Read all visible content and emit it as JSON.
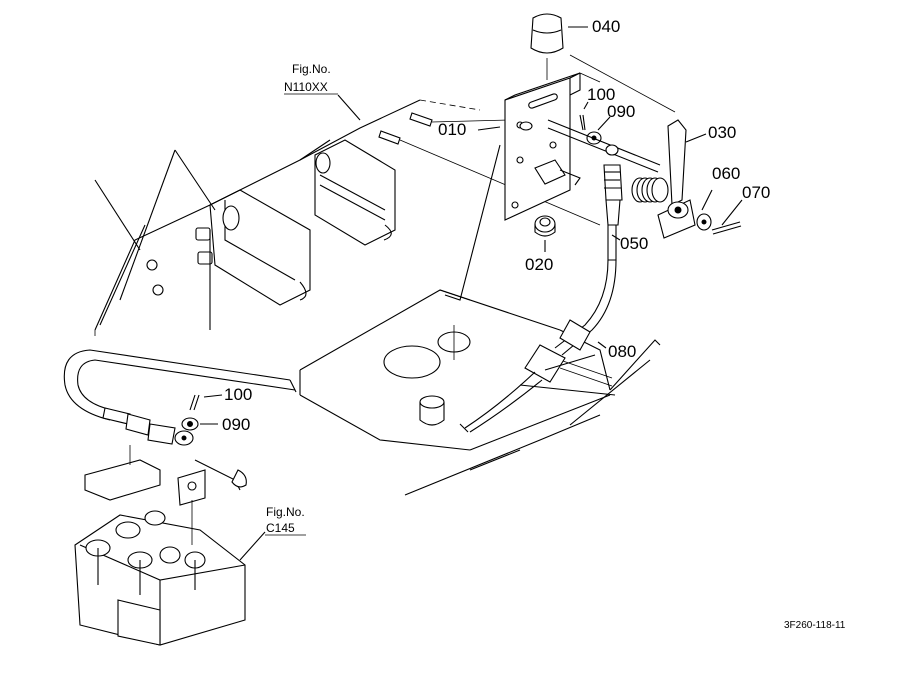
{
  "diagram": {
    "part_labels": {
      "p040": "040",
      "p010": "010",
      "p100_top": "100",
      "p090_top": "090",
      "p030": "030",
      "p060": "060",
      "p070": "070",
      "p050": "050",
      "p020": "020",
      "p080": "080",
      "p100_bottom": "100",
      "p090_bottom": "090"
    },
    "figure_refs": {
      "top": {
        "title": "Fig.No.",
        "code": "N110XX"
      },
      "bottom": {
        "title": "Fig.No.",
        "code": "C145"
      }
    },
    "drawing_code": "3F260-118-11"
  }
}
